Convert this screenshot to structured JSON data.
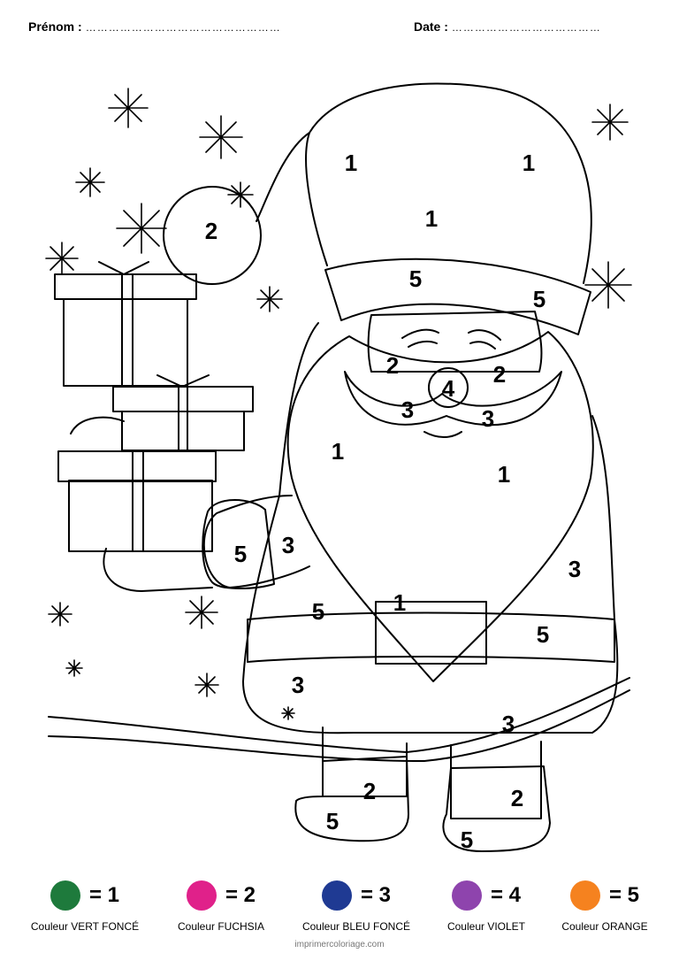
{
  "header": {
    "prenom_label": "Prénom :",
    "prenom_dots": "……………………………………………",
    "date_label": "Date :",
    "date_dots": "…………………………………"
  },
  "regions": [
    "1",
    "1",
    "1",
    "2",
    "5",
    "5",
    "2",
    "2",
    "4",
    "3",
    "3",
    "1",
    "1",
    "5",
    "3",
    "3",
    "5",
    "1",
    "5",
    "3",
    "3",
    "2",
    "5",
    "2",
    "5"
  ],
  "legend": [
    {
      "number": "= 1",
      "label": "Couleur VERT FONCÉ",
      "color": "#1e7a3c"
    },
    {
      "number": "= 2",
      "label": "Couleur FUCHSIA",
      "color": "#e0218a"
    },
    {
      "number": "= 3",
      "label": "Couleur BLEU FONCÉ",
      "color": "#1f3a93"
    },
    {
      "number": "= 4",
      "label": "Couleur VIOLET",
      "color": "#8e44ad"
    },
    {
      "number": "= 5",
      "label": "Couleur ORANGE",
      "color": "#f5821f"
    }
  ],
  "footer": {
    "credit": "imprimercoloriage.com"
  }
}
